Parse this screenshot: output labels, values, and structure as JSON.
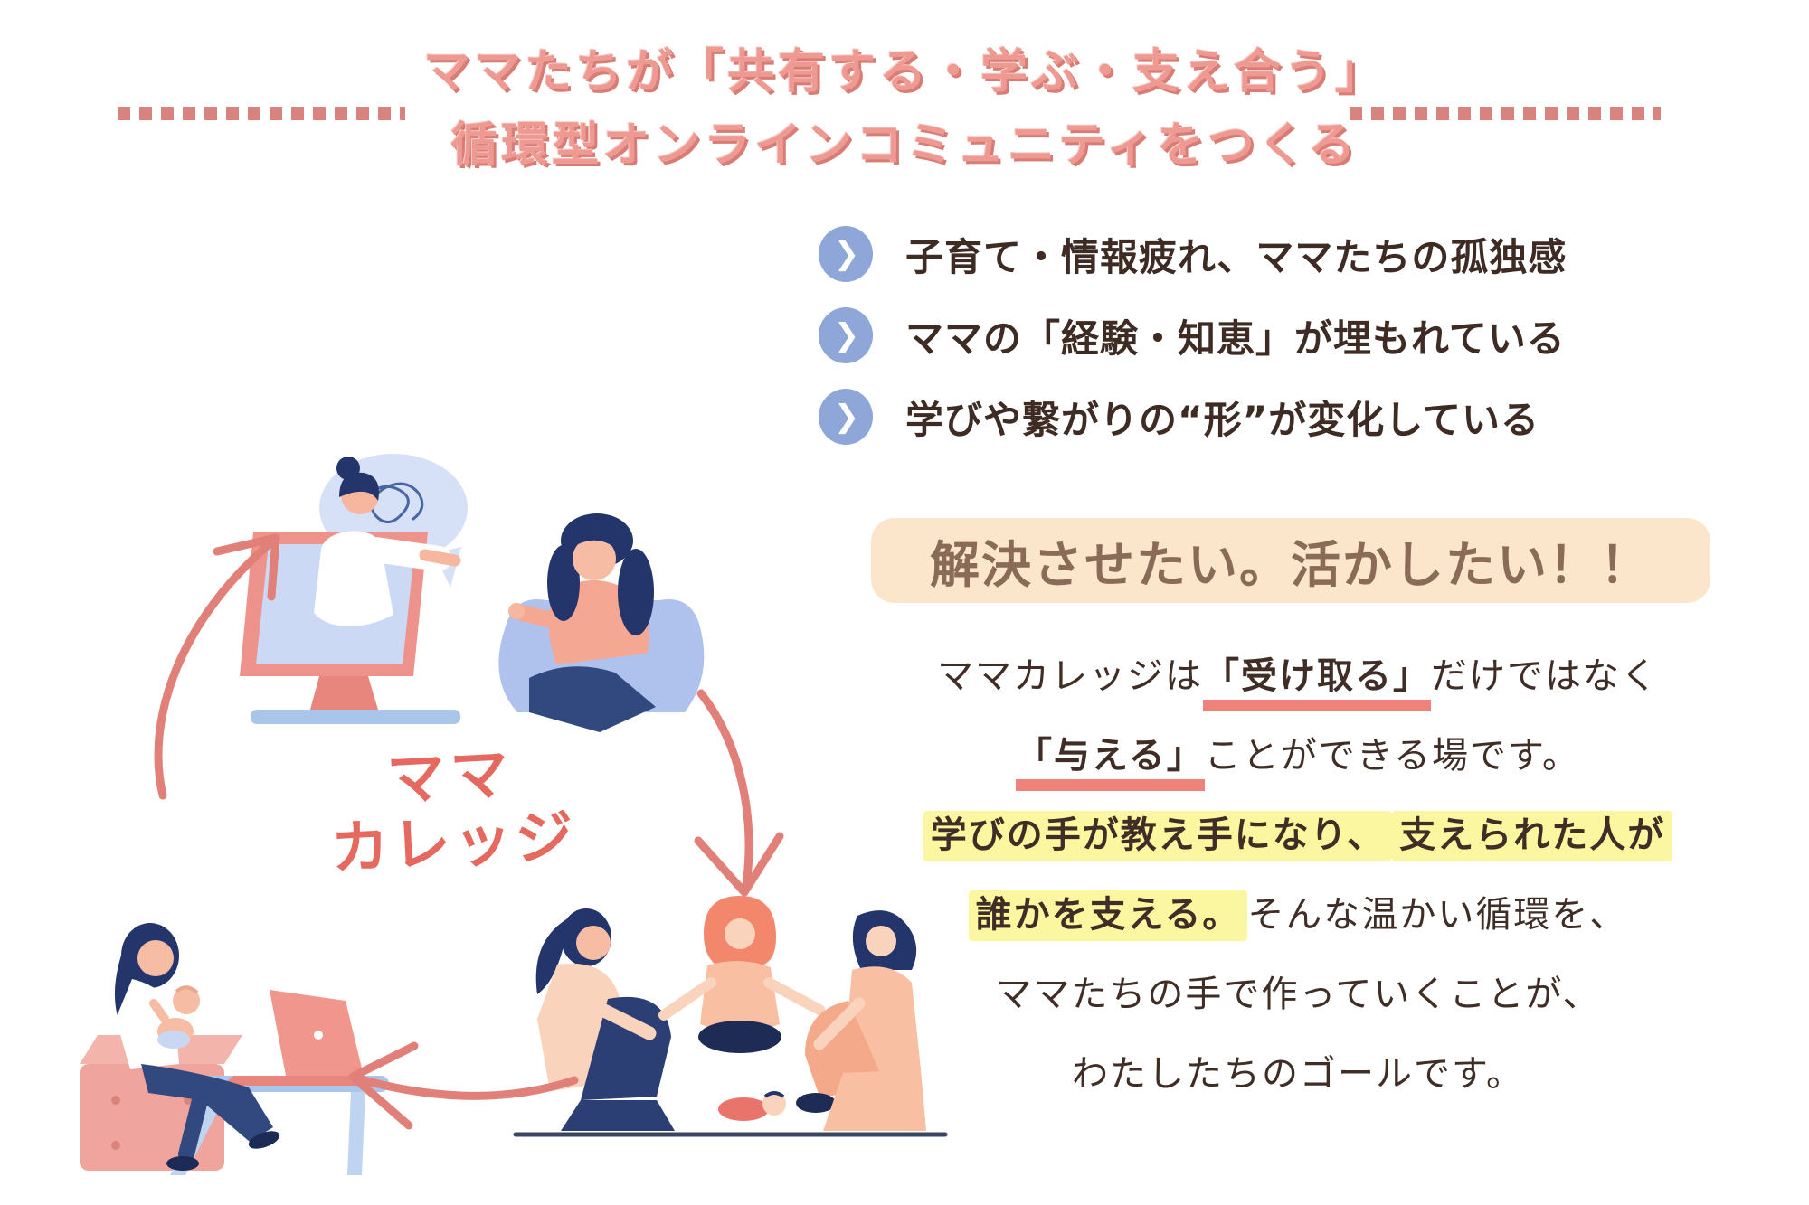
{
  "title": {
    "line1": "ママたちが「共有する・学ぶ・支え合う」",
    "line2": "循環型オンラインコミュニティをつくる"
  },
  "bullets": [
    {
      "label": "子育て・情報疲れ、ママたちの孤独感"
    },
    {
      "label": "ママの「経験・知恵」が埋もれている"
    },
    {
      "label": "学びや繋がりの“形”が変化している"
    }
  ],
  "callout": {
    "text": "解決させたい。活かしたい！！"
  },
  "paragraph": {
    "line1_pre": "ママカレッジは",
    "line1_em": "「受け取る」",
    "line1_post": "だけではなく",
    "line2_em": "「与える」",
    "line2_post": "ことができる場です。",
    "line3_hl1": "学びの手が教え手になり、",
    "line3_hl2": "支えられた人が",
    "line4_hl": "誰かを支える。",
    "line4_post": "そんな温かい循環を、",
    "line5": "ママたちの手で作っていくことが、",
    "line6": "わたしたちのゴールです。"
  },
  "diagram": {
    "center_line1": "ママ",
    "center_line2": "カレッジ",
    "icons": [
      "cycle-arrow-up-icon",
      "cycle-arrow-down-icon",
      "cycle-arrow-left-icon",
      "chevron-right-icon"
    ]
  },
  "colors": {
    "title_pink": "#EE9A92",
    "title_shadow": "#D87C76",
    "dash_pink": "#D8837D",
    "bullet_circle_blue": "#8FA6D9",
    "text_dark_brown": "#3F2D26",
    "callout_bg": "#FBE6CB",
    "callout_text": "#8A6B58",
    "underline_pink": "#EF837B",
    "highlight_yellow": "#FAF7A0",
    "brand_red": "#E5695F",
    "arrow_salmon": "#E08078",
    "illus_navy": "#24356B",
    "illus_salmon": "#EE938B",
    "illus_lightblue": "#AFC2EE",
    "illus_skin": "#F7BCA4"
  }
}
